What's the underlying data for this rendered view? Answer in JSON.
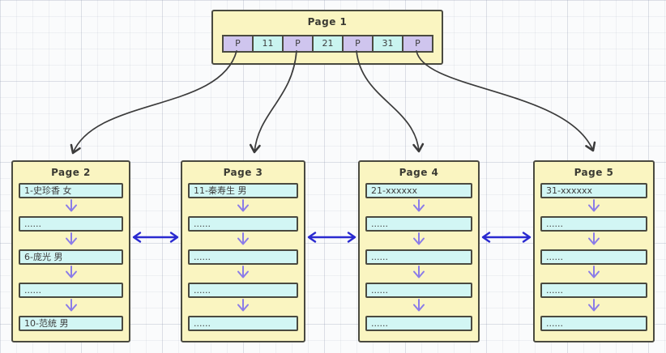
{
  "diagram": {
    "title_style": "b-plus-tree-index-pages",
    "root_page": {
      "title": "Page 1",
      "cells": [
        {
          "label": "P",
          "type": "pointer"
        },
        {
          "label": "11",
          "type": "key"
        },
        {
          "label": "P",
          "type": "pointer"
        },
        {
          "label": "21",
          "type": "key"
        },
        {
          "label": "P",
          "type": "pointer"
        },
        {
          "label": "31",
          "type": "key"
        },
        {
          "label": "P",
          "type": "pointer"
        }
      ]
    },
    "leaf_pages": [
      {
        "title": "Page 2",
        "rows": [
          "1-史珍香 女",
          "......",
          "6-庞光 男",
          "......",
          "10-范统 男"
        ]
      },
      {
        "title": "Page 3",
        "rows": [
          "11-秦寿生 男",
          "......",
          "......",
          "......",
          "......"
        ]
      },
      {
        "title": "Page 4",
        "rows": [
          "21-xxxxxx",
          "......",
          "......",
          "......",
          "......"
        ]
      },
      {
        "title": "Page 5",
        "rows": [
          "31-xxxxxx",
          "......",
          "......",
          "......",
          "......"
        ]
      }
    ],
    "icons": {
      "down_arrow": "↓",
      "leaf_link_arrow": "↔",
      "tree_pointer_arrow": "curved-arrow-down"
    },
    "colors": {
      "page_fill": "#faf5c1",
      "page_border": "#4a4a40",
      "pointer_cell_fill": "#cfc5ee",
      "key_cell_fill": "#c9f4f0",
      "record_fill": "#d2f6f4",
      "down_arrow": "#8b7ce8",
      "leaf_link_arrow": "#2a2ad0",
      "tree_arrow": "#3b3b3b",
      "background": "#fafbfc"
    }
  }
}
